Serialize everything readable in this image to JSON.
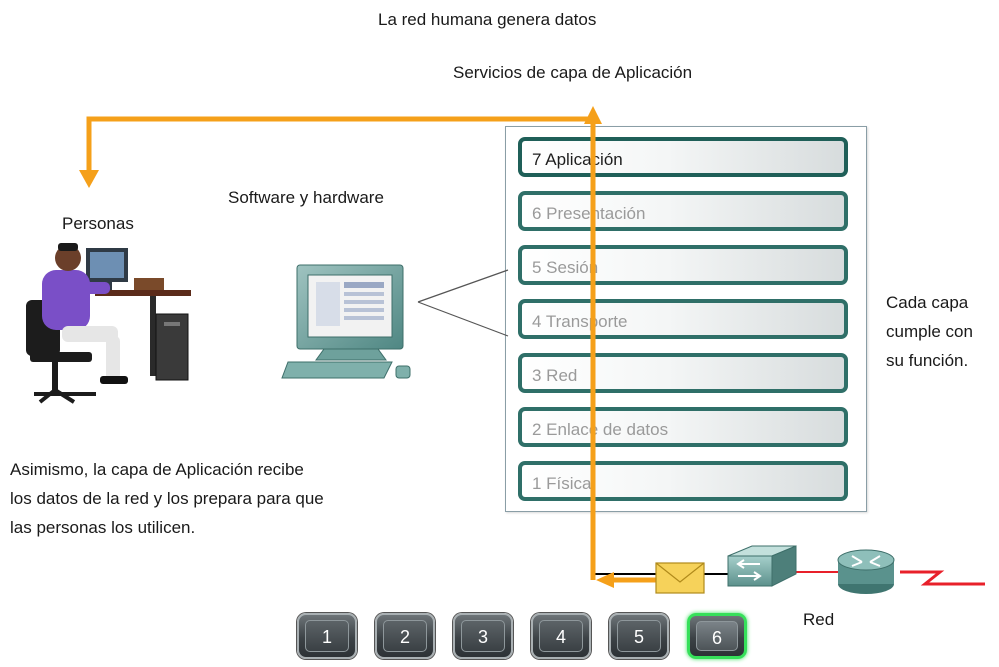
{
  "title": "La red humana genera datos",
  "subtitle": "Servicios de capa de Aplicación",
  "labels": {
    "personas": "Personas",
    "software_hardware": "Software y hardware",
    "red": "Red"
  },
  "side_note": [
    "Cada capa",
    "cumple con",
    "su función."
  ],
  "description": [
    "Asimismo, la capa de Aplicación recibe",
    "los datos de la red y los prepara para que",
    "las personas los utilicen."
  ],
  "layers": [
    {
      "label": "7 Aplicación",
      "active": true
    },
    {
      "label": "6 Presentación",
      "active": false
    },
    {
      "label": "5 Sesión",
      "active": false
    },
    {
      "label": "4 Transporte",
      "active": false
    },
    {
      "label": "3 Red",
      "active": false
    },
    {
      "label": "2 Enlace de datos",
      "active": false
    },
    {
      "label": "1 Física",
      "active": false
    }
  ],
  "nav_buttons": [
    "1",
    "2",
    "3",
    "4",
    "5",
    "6"
  ],
  "current_step": "6",
  "colors": {
    "arrow": "#f5a01a",
    "layer_border": "#2f6f68",
    "wan_link": "#e8202a",
    "active_step": "#36e05a"
  }
}
